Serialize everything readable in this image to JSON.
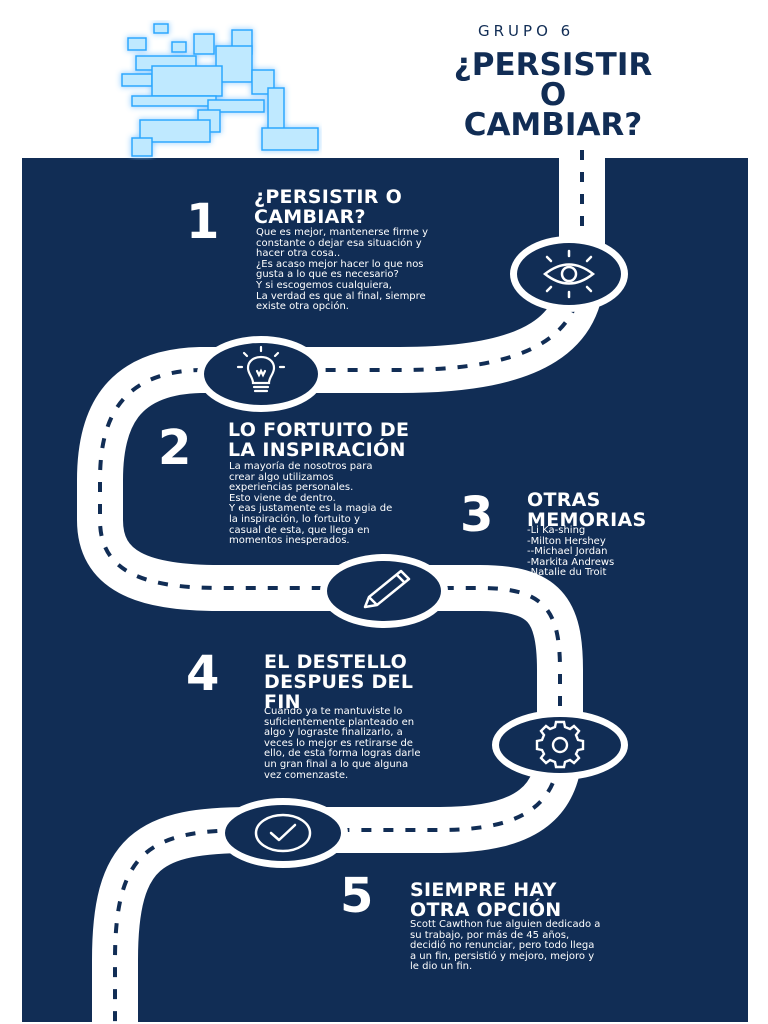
{
  "header": {
    "group": "GRUPO 6",
    "title_lines": [
      "¿PERSISTIR",
      "O",
      "CAMBIAR?"
    ]
  },
  "colors": {
    "navy": "#112d55",
    "white": "#ffffff",
    "logo_cyan": "#bfe9ff"
  },
  "sections": [
    {
      "number": "1",
      "title_lines": [
        "¿PERSISTIR O",
        "CAMBIAR?"
      ],
      "body_lines": [
        "Que es mejor,  mantenerse firme y",
        "constante o dejar esa situación y",
        "hacer otra cosa..",
        "¿Es acaso mejor hacer lo que nos",
        "gusta a lo que es necesario?",
        "Y si escogemos cualquiera,",
        "La verdad es que al final, siempre",
        "existe otra opción."
      ],
      "icon": "eye-icon"
    },
    {
      "number": "2",
      "title_lines": [
        "LO FORTUITO DE",
        "LA INSPIRACIÓN"
      ],
      "body_lines": [
        "La mayoría de nosotros para",
        "crear algo utilizamos",
        "experiencias personales.",
        "Esto viene de dentro.",
        "Y eas justamente es la magia de",
        "la inspiración, lo fortuito y",
        "casual de esta, que llega en",
        "momentos inesperados."
      ],
      "icon": "lightbulb-icon"
    },
    {
      "number": "3",
      "title_lines": [
        "OTRAS",
        "MEMORIAS"
      ],
      "body_lines": [
        "-Li Ka-shing",
        "-Milton Hershey",
        "--Michael Jordan",
        "-Markita Andrews",
        "-Natalie du Troit"
      ],
      "icon": "pencil-icon"
    },
    {
      "number": "4",
      "title_lines": [
        "EL DESTELLO",
        "DESPUES DEL",
        "FIN"
      ],
      "body_lines": [
        "Cuando ya te mantuviste lo",
        "suficientemente planteado en",
        "algo y lograste finalizarlo, a",
        "veces lo mejor es retirarse de",
        "ello, de esta forma logras darle",
        "un gran final a lo que alguna",
        "vez comenzaste."
      ],
      "icon": "gear-icon"
    },
    {
      "number": "5",
      "title_lines": [
        "SIEMPRE HAY",
        "OTRA OPCIÓN"
      ],
      "body_lines": [
        "Scott Cawthon fue alguien dedicado a",
        "su trabajo, por más de 45 años,",
        "decidió no renunciar, pero todo llega",
        "a un fin, persistió y mejoro, mejoro y",
        "le dio un fin."
      ],
      "icon": "checkmark-icon"
    }
  ]
}
